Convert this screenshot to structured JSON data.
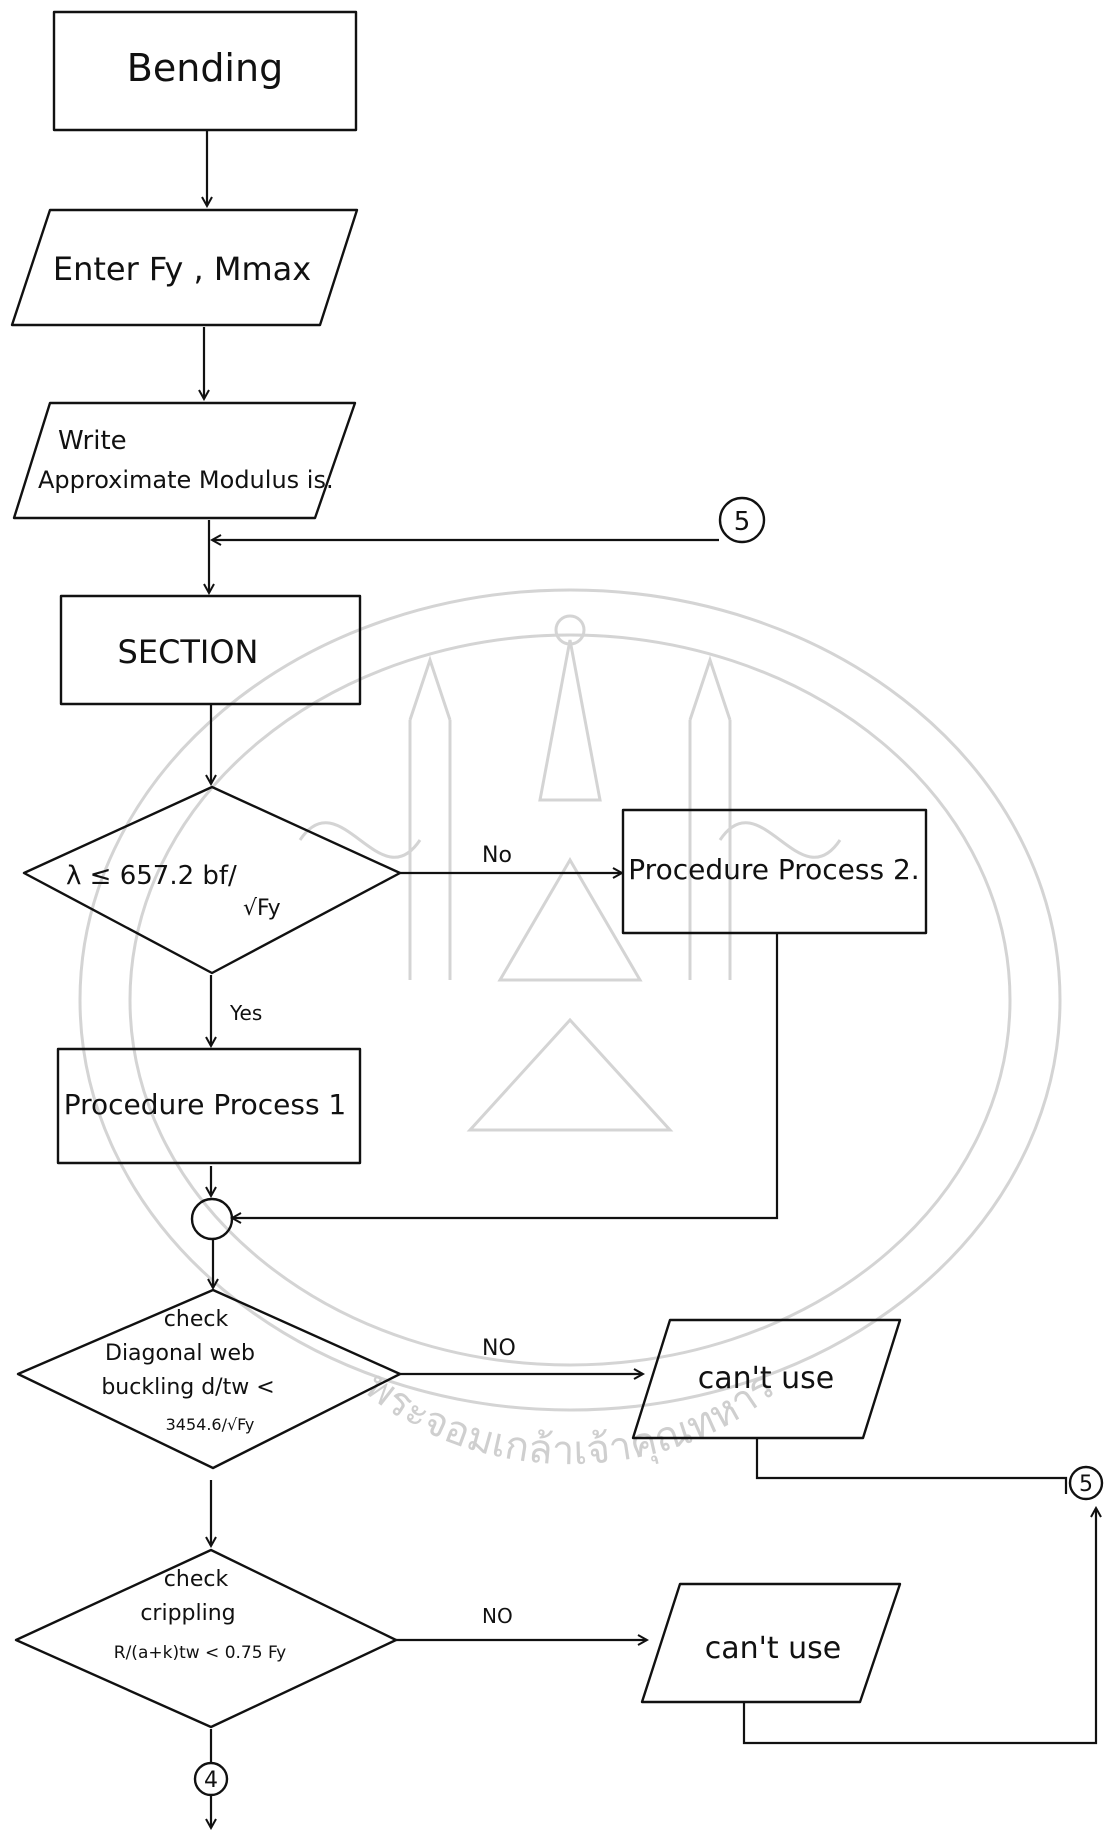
{
  "flowchart": {
    "start": "Bending",
    "input": "Enter Fy , Mmax",
    "write_line1": "Write",
    "write_line2": "Approximate Modulus is.",
    "section": "SECTION",
    "decision1": {
      "main": "λ ≤ 657.2 bf/",
      "root": "√Fy"
    },
    "label_no_1": "No",
    "procedure2": "Procedure Process 2.",
    "label_yes": "Yes",
    "procedure1": "Procedure Process 1",
    "decision2": {
      "line1": "check",
      "line2": "Diagonal web",
      "line3": "buckling d/tw <",
      "line4": "3454.6/√Fy"
    },
    "label_no_2": "NO",
    "cant_use_1": "can't use",
    "decision3": {
      "line1": "check",
      "line2": "crippling",
      "line3": "R/(a+k)tw < 0.75 Fy"
    },
    "label_no_3": "NO",
    "cant_use_2": "can't use",
    "connector_5": "5",
    "connector_4": "4",
    "watermark_text": "พระจอมเกล้าเจ้าคุณทหาร"
  }
}
